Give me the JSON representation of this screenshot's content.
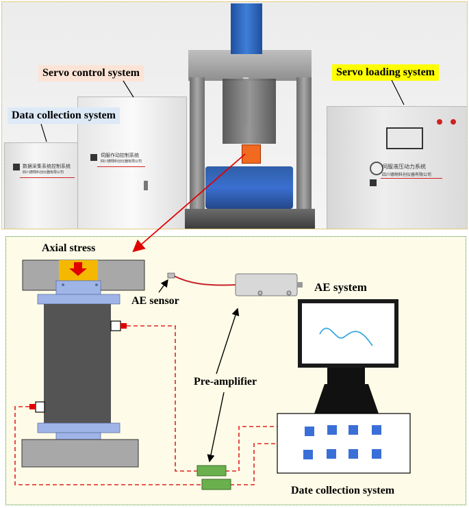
{
  "photo": {
    "labels": {
      "servo_control": "Servo control system",
      "servo_loading": "Servo loading system",
      "data_collection": "Data collection system"
    },
    "cabinet_text": {
      "data_cabinet_cn": "数据采集系统控制系统",
      "data_cabinet_company": "四川德翔科创仪器有限公司",
      "control_cabinet_cn": "伺服作动控制系统",
      "control_cabinet_company": "四川德翔科创仪器有限公司",
      "loading_cabinet_cn": "伺服液压动力系统",
      "loading_cabinet_company": "四川德翔科创仪器有限公司"
    },
    "colors": {
      "servo_control_bg": "#fbe4d6",
      "servo_loading_bg": "#ffff00",
      "data_collection_bg": "#dde9f6"
    }
  },
  "schematic": {
    "axial_stress": "Axial stress",
    "ae_sensor": "AE sensor",
    "ae_system": "AE system",
    "pre_amplifier": "Pre-amplifier",
    "date_collection": "Date collection system",
    "colors": {
      "platen": "#9fb5e8",
      "specimen": "#545454",
      "load_block": "#f5b800",
      "arrow": "#e00000",
      "amplifier": "#6ab04c",
      "cable": "#e02020",
      "key": "#3a6fd8"
    }
  }
}
